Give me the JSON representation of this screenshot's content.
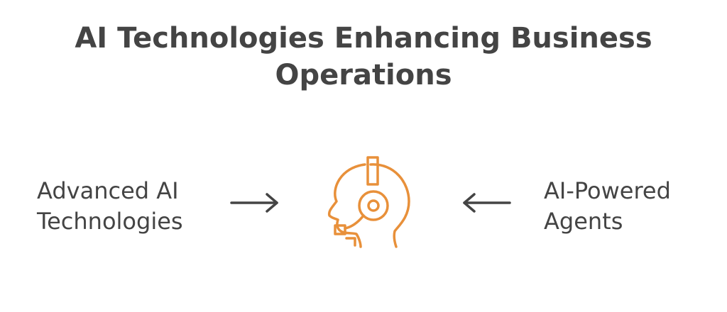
{
  "title": {
    "line1": "AI Technologies Enhancing Business",
    "line2": "Operations"
  },
  "left_node": {
    "line1": "Advanced AI",
    "line2": "Technologies"
  },
  "right_node": {
    "line1": "AI-Powered",
    "line2": "Agents"
  },
  "center_icon": {
    "name": "headset-agent-icon",
    "color": "#E8903A"
  },
  "colors": {
    "text": "#444444",
    "arrow": "#444444",
    "accent": "#E8903A"
  }
}
